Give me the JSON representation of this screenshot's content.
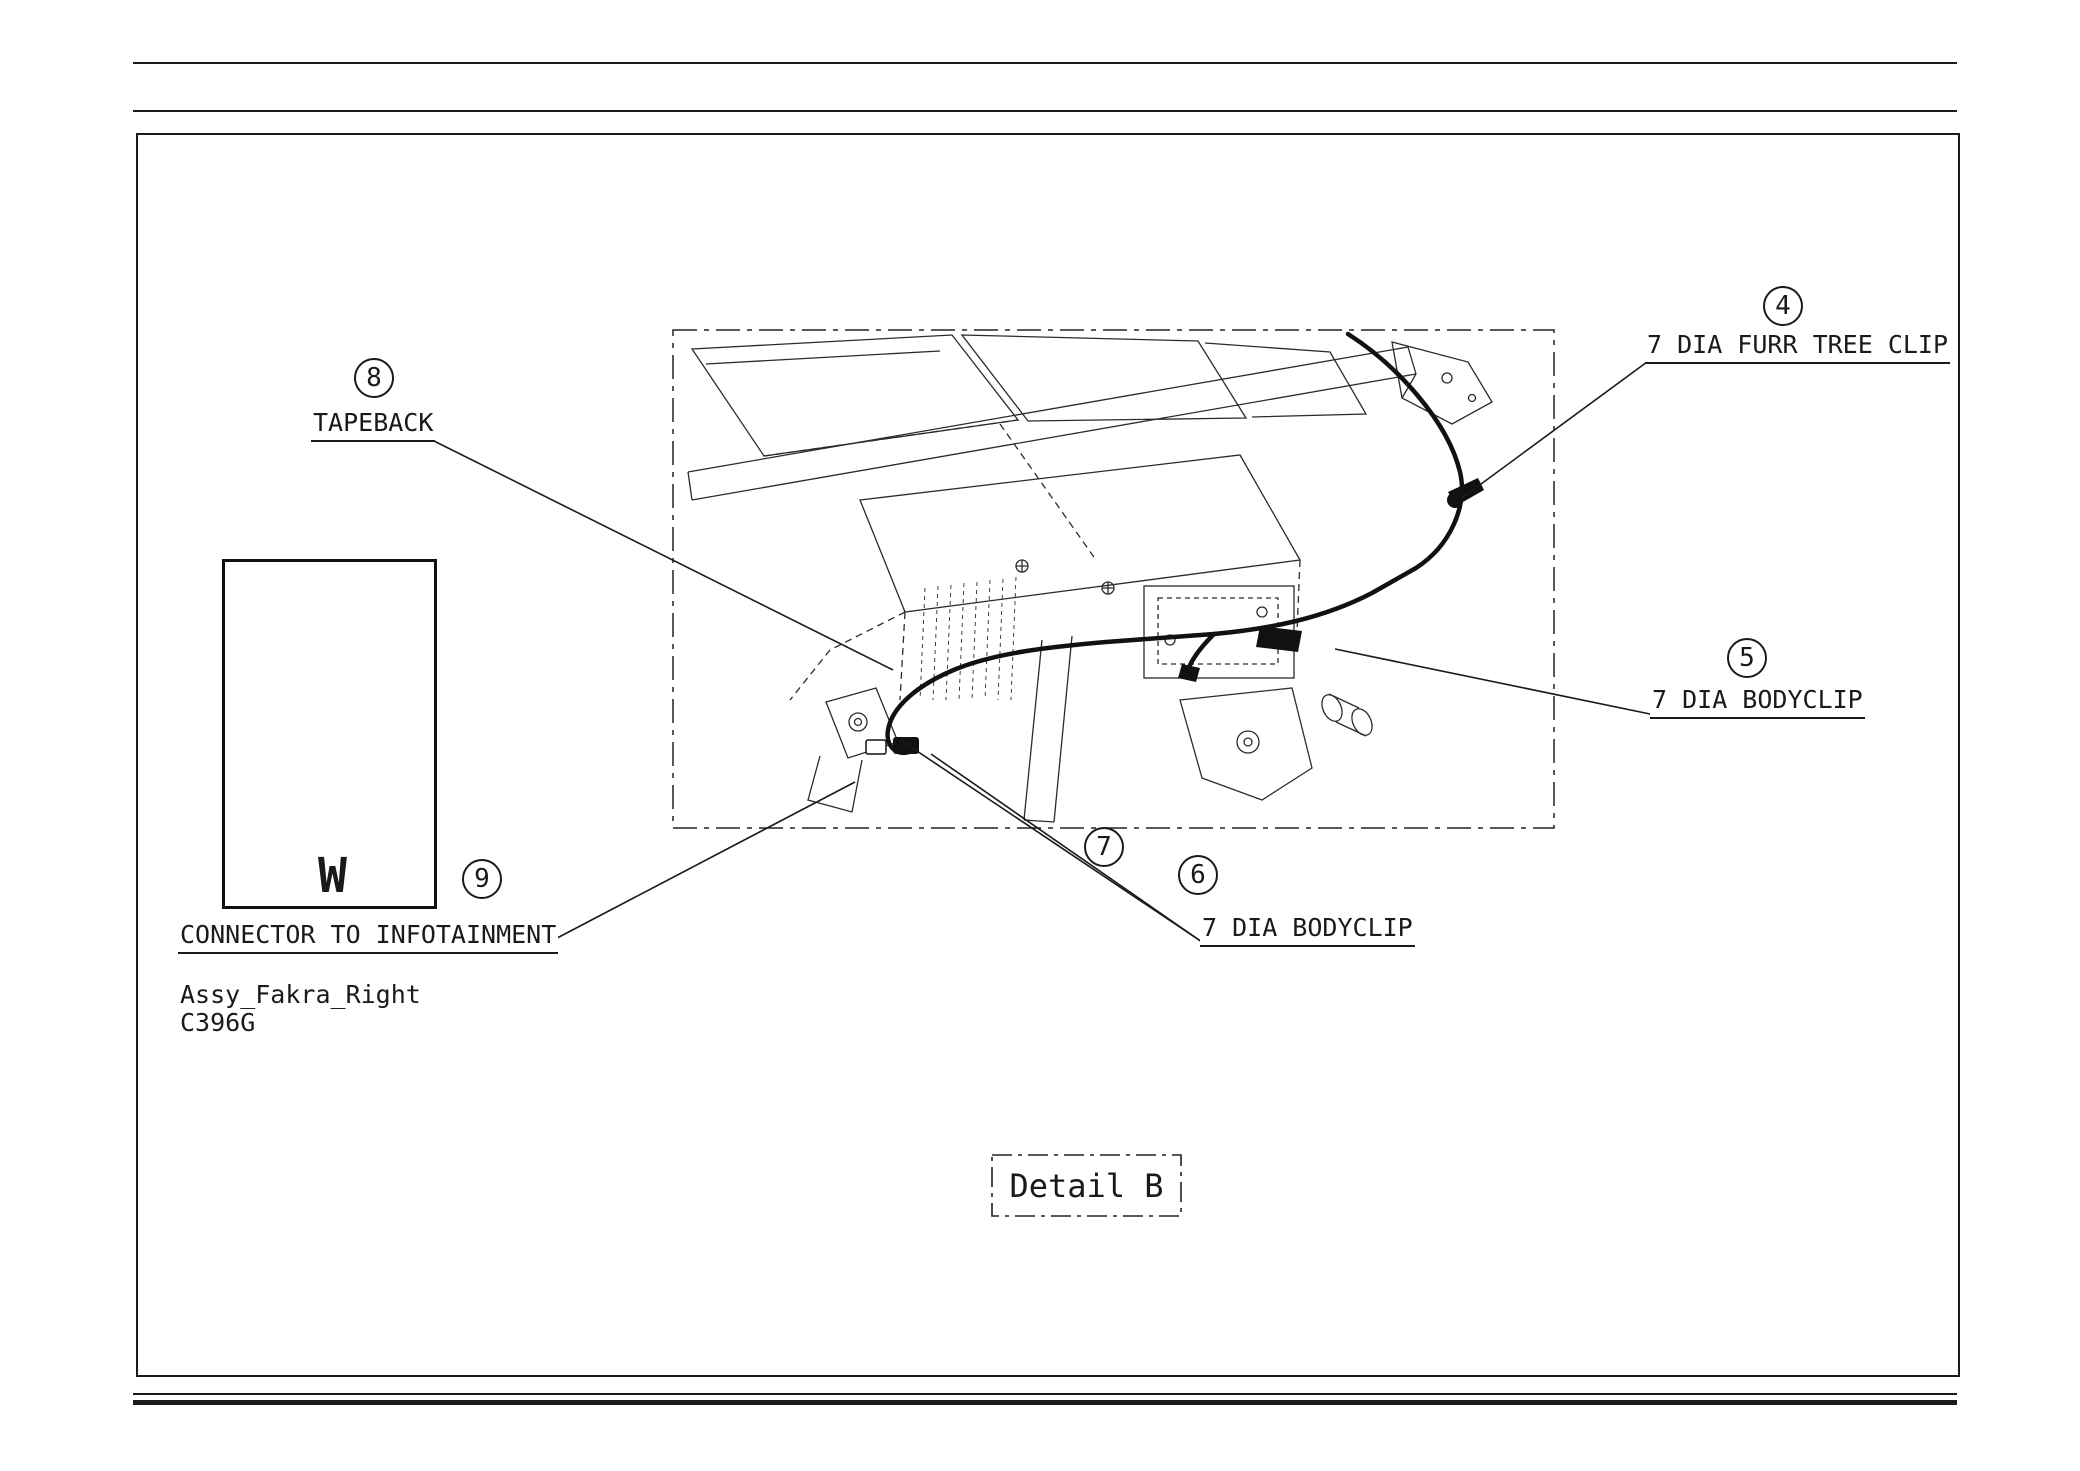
{
  "diagram": {
    "detail_label": "Detail B",
    "inset": {
      "marking": "W",
      "part_name": "Assy_Fakra_Right",
      "connector_id": "C396G"
    },
    "callouts": {
      "c4": {
        "number": "4",
        "label": "7 DIA FURR TREE CLIP"
      },
      "c5": {
        "number": "5",
        "label": "7 DIA BODYCLIP"
      },
      "c6": {
        "number": "6"
      },
      "c7": {
        "number": "7"
      },
      "c67_label": "7 DIA BODYCLIP",
      "c8": {
        "number": "8",
        "label": "TAPEBACK"
      },
      "c9": {
        "number": "9",
        "label": "CONNECTOR TO INFOTAINMENT"
      }
    }
  }
}
